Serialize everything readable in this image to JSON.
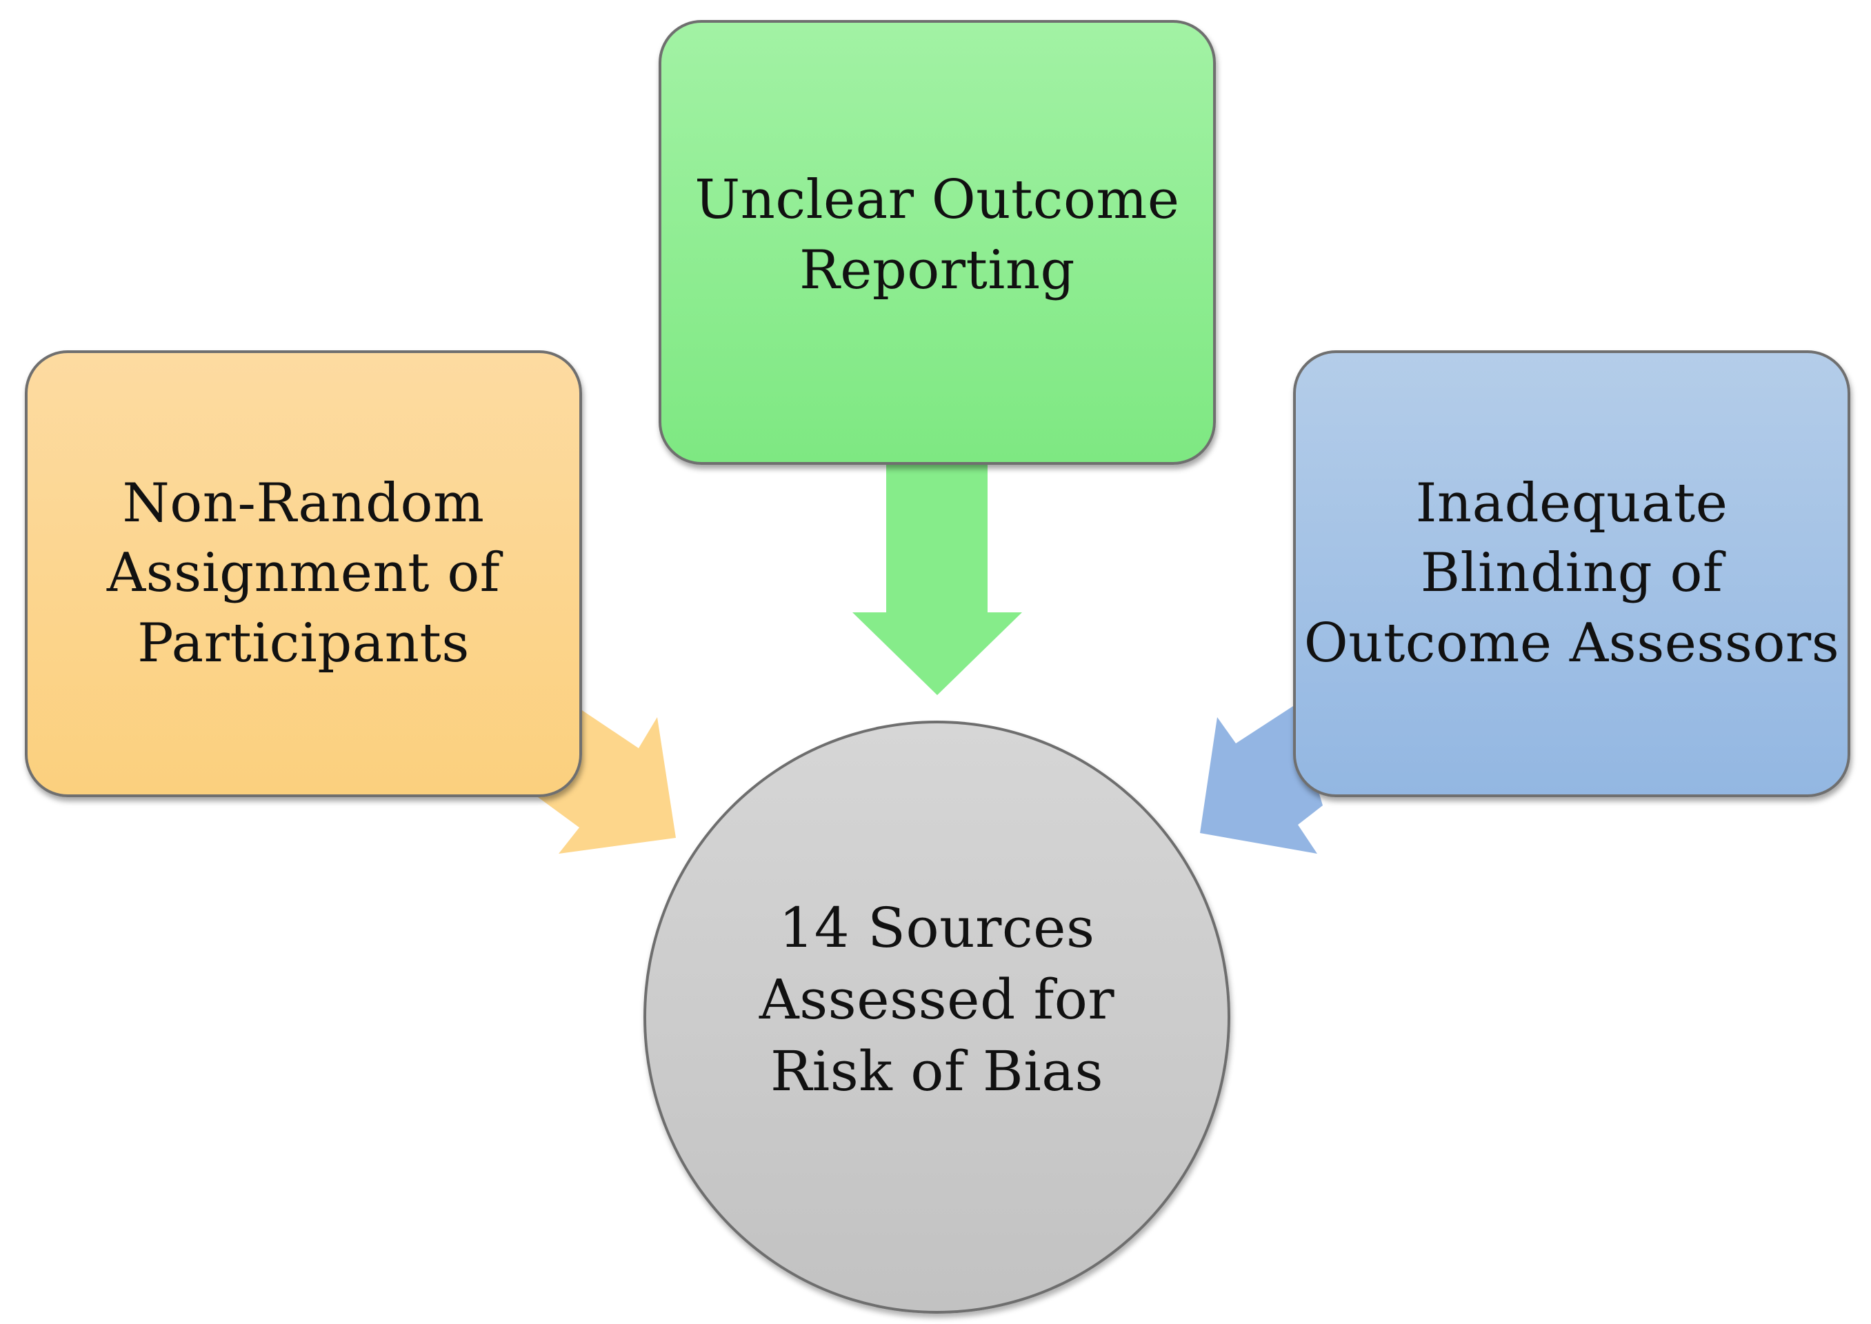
{
  "diagram": {
    "nodes": {
      "top": {
        "label": "Unclear Outcome\nReporting",
        "color": "#8cec8f"
      },
      "left": {
        "label": "Non-Random\nAssignment of\nParticipants",
        "color": "#fcd68a"
      },
      "right": {
        "label": "Inadequate\nBlinding of\nOutcome Assessors",
        "color": "#a3c2e6"
      },
      "center": {
        "label": "14 Sources\nAssessed for\nRisk of Bias",
        "color": "#c9c9c9"
      }
    },
    "edges": [
      {
        "from": "top",
        "to": "center",
        "color": "#86ec8a"
      },
      {
        "from": "left",
        "to": "center",
        "color": "#fdd68b"
      },
      {
        "from": "right",
        "to": "center",
        "color": "#93b5e3"
      }
    ]
  }
}
